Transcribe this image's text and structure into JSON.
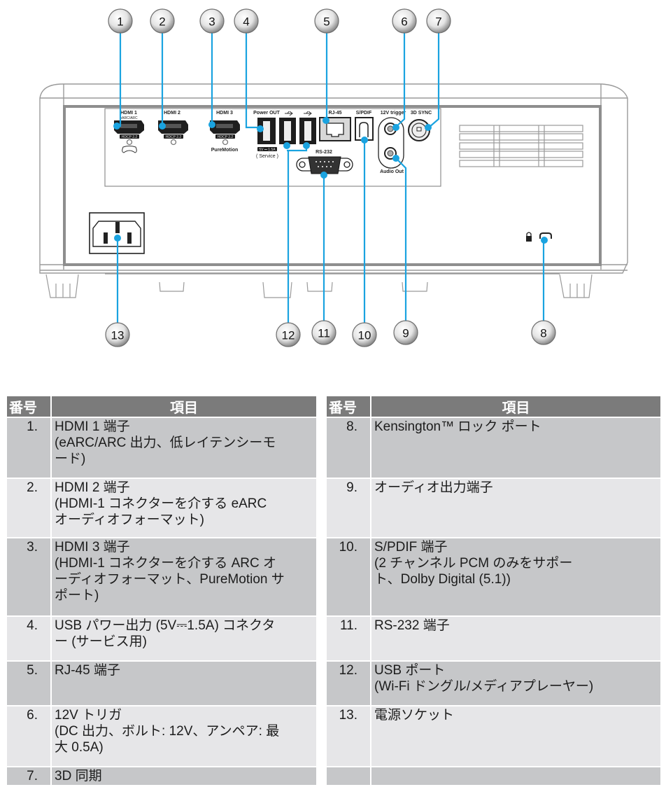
{
  "diagram": {
    "callouts_top": [
      "1",
      "2",
      "3",
      "4",
      "5",
      "6",
      "7"
    ],
    "callouts_bottom": [
      "13",
      "12",
      "11",
      "10",
      "9",
      "8"
    ],
    "port_labels": {
      "hdmi1": "HDMI 1",
      "hdmi1_sub": "eARC/ARC",
      "hdmi2": "HDMI 2",
      "hdmi3": "HDMI 3",
      "hdcp": "HDCP 2.2",
      "puremotion": "PureMotion",
      "power_out": "Power OUT",
      "power_out_spec": "5V ⎓ 1.5A",
      "service": "( Service )",
      "rj45": "RJ-45",
      "spdif": "S/PDIF",
      "trigger": "12V trigger",
      "sync3d": "3D SYNC",
      "rs232": "RS-232",
      "audio_out": "Audio Out"
    },
    "accent_color": "#1aa3e0"
  },
  "table_headers": {
    "num": "番号",
    "item": "項目"
  },
  "left_rows": [
    {
      "num": "1.",
      "lines": [
        "HDMI 1 端子",
        "(eARC/ARC 出力、低レイテンシーモ",
        "ード)"
      ]
    },
    {
      "num": "2.",
      "lines": [
        "HDMI 2 端子",
        "(HDMI-1 コネクターを介する eARC",
        "オーディオフォーマット)"
      ]
    },
    {
      "num": "3.",
      "lines": [
        "HDMI 3 端子",
        "(HDMI-1 コネクターを介する ARC オ",
        "ーディオフォーマット、PureMotion サ",
        "ポート)"
      ]
    },
    {
      "num": "4.",
      "lines": [
        "USB パワー出力 (5V⎓1.5A) コネクタ",
        "ー (サービス用)"
      ]
    },
    {
      "num": "5.",
      "lines": [
        "RJ-45 端子"
      ]
    },
    {
      "num": "6.",
      "lines": [
        "12V トリガ",
        "(DC 出力、ボルト: 12V、アンペア: 最",
        "大 0.5A)"
      ]
    },
    {
      "num": "7.",
      "lines": [
        "3D 同期"
      ]
    }
  ],
  "right_rows": [
    {
      "num": "8.",
      "lines": [
        " Kensington™ ロック ポート"
      ]
    },
    {
      "num": "9.",
      "lines": [
        "オーディオ出力端子"
      ]
    },
    {
      "num": "10.",
      "lines": [
        "S/PDIF 端子",
        "(2 チャンネル PCM のみをサポー",
        "ト、Dolby Digital (5.1))"
      ]
    },
    {
      "num": "11.",
      "lines": [
        "RS-232 端子"
      ]
    },
    {
      "num": "12.",
      "lines": [
        "USB ポート",
        "(Wi-Fi ドングル/メディアプレーヤー)"
      ]
    },
    {
      "num": "13.",
      "lines": [
        "電源ソケット"
      ]
    },
    {
      "num": "",
      "lines": [
        ""
      ]
    }
  ]
}
